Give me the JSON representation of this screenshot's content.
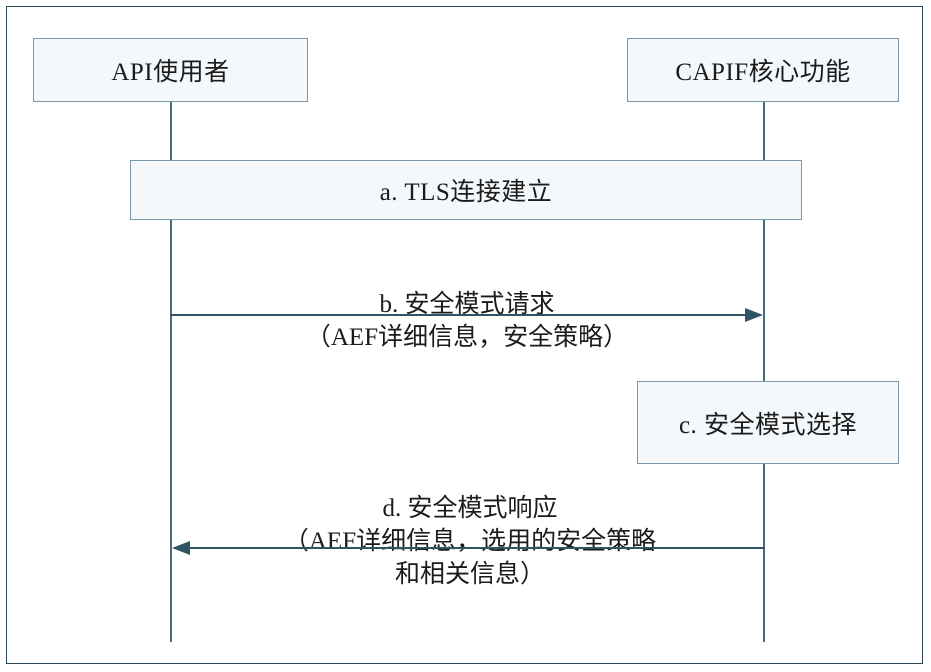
{
  "diagram": {
    "type": "sequence-diagram",
    "actors": [
      {
        "id": "api-user",
        "label": "API使用者"
      },
      {
        "id": "capif-core",
        "label": "CAPIF核心功能"
      }
    ],
    "spanning_boxes": [
      {
        "id": "tls-setup",
        "label": "a. TLS连接建立"
      }
    ],
    "self_boxes": [
      {
        "id": "security-mode-selection",
        "label": "c. 安全模式选择",
        "actor": "capif-core"
      }
    ],
    "messages": [
      {
        "id": "security-mode-request",
        "direction": "left-to-right",
        "line1": "b. 安全模式请求",
        "line2": "（AEF详细信息，安全策略）"
      },
      {
        "id": "security-mode-response",
        "direction": "right-to-left",
        "line1": "d. 安全模式响应",
        "line2": "（AEF详细信息，选用的安全策略",
        "line3": "和相关信息）"
      }
    ],
    "colors": {
      "frame": "#2b4a57",
      "box_border": "#7a99ad",
      "box_fill": "#f4f8fb",
      "lifeline": "#4a6d7c",
      "arrow": "#2f5463",
      "text": "#1b1b1b"
    }
  }
}
